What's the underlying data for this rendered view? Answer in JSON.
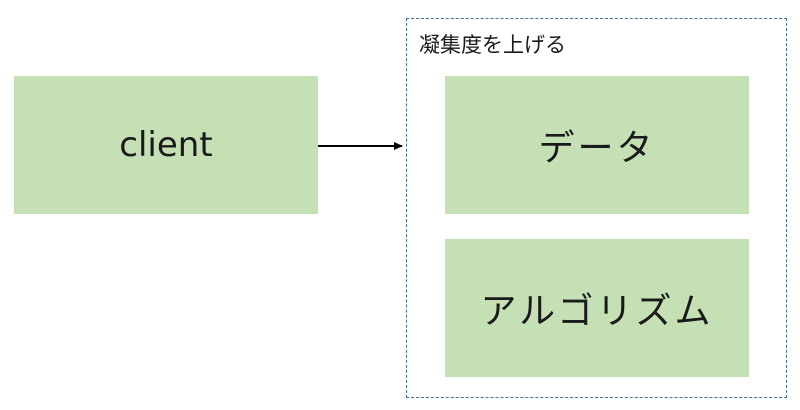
{
  "client": {
    "label": "client"
  },
  "group": {
    "label": "凝集度を上げる",
    "items": [
      {
        "label": "データ"
      },
      {
        "label": "アルゴリズム"
      }
    ]
  },
  "colors": {
    "box_fill": "#c5e0b4",
    "group_border": "#41719c",
    "arrow": "#000000"
  }
}
